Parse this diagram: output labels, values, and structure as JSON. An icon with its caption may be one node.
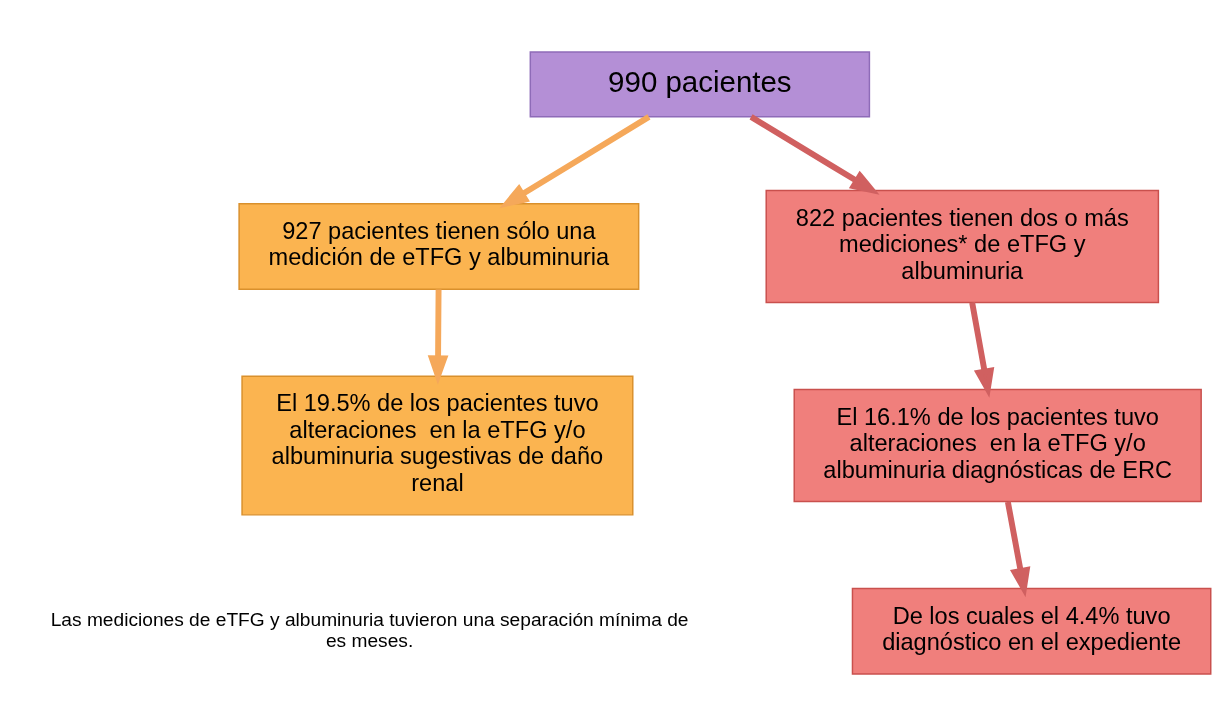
{
  "diagram": {
    "nodes": [
      {
        "text": [
          "990 pacientes"
        ]
      },
      {
        "text": [
          "927 pacientes tienen sólo una medición de eTFG y albuminuria"
        ]
      },
      {
        "text": [
          "El 19.5% de los pacientes tuvo alteraciones  en la eTFG y/o albuminuria sugestivas de daño renal"
        ]
      },
      {
        "text": [
          "822 pacientes tienen dos o más mediciones* de eTFG y albuminuria"
        ]
      },
      {
        "text": [
          "El 16.1% de los pacientes tuvo alteraciones  en la eTFG y/o albuminuria diagnósticas de ERC"
        ]
      },
      {
        "text": [
          "De los cuales el 4.4% tuvo diagnóstico en el expediente"
        ]
      }
    ],
    "edges": [
      {
        "from": 0,
        "to": 1,
        "arrow": "to",
        "color": "#f5a85a"
      },
      {
        "from": 0,
        "to": 3,
        "arrow": "to"
      },
      {
        "from": 1,
        "to": 2,
        "arrow": "to",
        "color": "#f5a85a"
      },
      {
        "from": 3,
        "to": 4,
        "arrow": "to"
      },
      {
        "from": 4,
        "to": 5,
        "arrow": "to"
      }
    ],
    "labels": [
      "Las mediciones de eTFG y albuminuria tuvieron una separación mínima de es meses."
    ]
  }
}
